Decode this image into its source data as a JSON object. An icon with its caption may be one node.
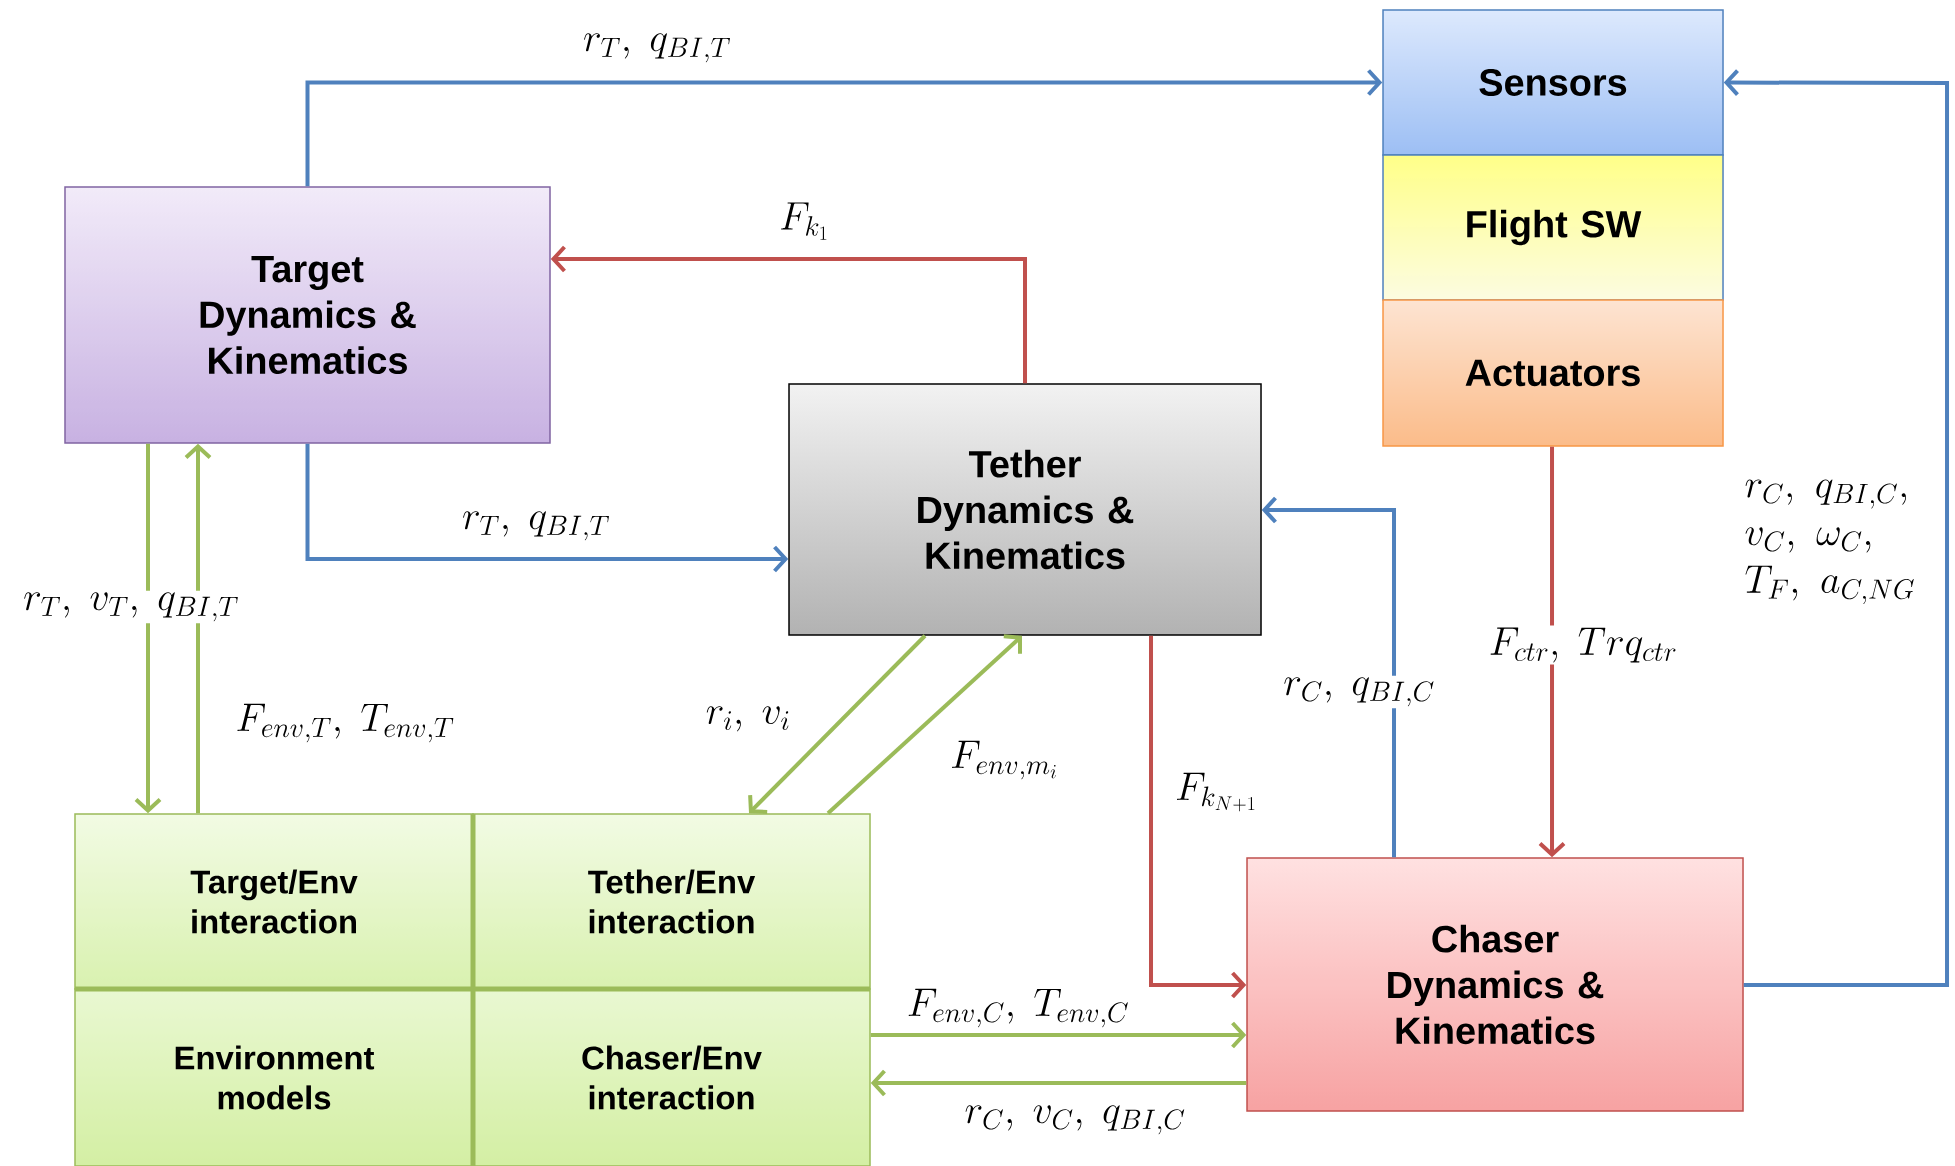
{
  "diagram": {
    "nodes": [
      {
        "text": [
          "Target Dynamics & Kinematics"
        ]
      },
      {
        "text": [
          "Tether Dynamics & Kinematics"
        ]
      },
      {
        "text": [
          "Sensors"
        ]
      },
      {
        "text": [
          "Flight SW"
        ]
      },
      {
        "text": [
          "Actuators"
        ]
      },
      {
        "text": [
          "Chaser Dynamics & Kinematics"
        ]
      },
      {
        "text": [
          "Target/Env interaction"
        ]
      },
      {
        "text": [
          "Tether/Env interaction"
        ]
      },
      {
        "text": [
          "Environment models"
        ]
      },
      {
        "text": [
          "Chaser/Env interaction"
        ]
      }
    ],
    "edges": [
      {
        "from": 0,
        "to": 2,
        "arrow": "to",
        "color": "#4f81bd",
        "label": "r_{T},\\ q_{BI,T}"
      },
      {
        "from": 1,
        "to": 0,
        "arrow": "to",
        "color": "#c0504d",
        "label": "F_{k_1}"
      },
      {
        "from": 0,
        "to": 1,
        "arrow": "to",
        "color": "#4f81bd",
        "label": "r_{T},\\ q_{BI,T}"
      },
      {
        "from": 0,
        "to": 6,
        "arrow": "to",
        "color": "#9bbb59",
        "label": "r_{T},\\ v_{T},\\ q_{BI,T}"
      },
      {
        "from": 6,
        "to": 0,
        "arrow": "to",
        "color": "#9bbb59",
        "label": "F_{env,T},\\ T_{env,T}"
      },
      {
        "from": 1,
        "to": 7,
        "arrow": "to",
        "color": "#9bbb59",
        "label": "r_{i},\\ v_{i}"
      },
      {
        "from": 7,
        "to": 1,
        "arrow": "to",
        "color": "#9bbb59",
        "label": "F_{env,m_i}"
      },
      {
        "from": 1,
        "to": 5,
        "arrow": "to",
        "color": "#c0504d",
        "label": "F_{k_{N+1}}"
      },
      {
        "from": 5,
        "to": 1,
        "arrow": "to",
        "color": "#4f81bd",
        "label": "r_{C},\\ q_{BI,C}"
      },
      {
        "from": 4,
        "to": 5,
        "arrow": "to",
        "color": "#c0504d",
        "label": "F_{ctr},\\ Trq_{ctr}"
      },
      {
        "from": 5,
        "to": 2,
        "arrow": "to",
        "color": "#4f81bd",
        "label": "r_{C},\\ q_{BI,C},\\allowbreak\\ v_{C},\\ \\omega_{C},\\allowbreak\\ T_{F},\\ a_{C,NG}"
      },
      {
        "from": 9,
        "to": 5,
        "arrow": "to",
        "color": "#9bbb59",
        "label": "F_{env,C},\\ T_{env,C}"
      },
      {
        "from": 5,
        "to": 9,
        "arrow": "to",
        "color": "#9bbb59",
        "label": "r_{C},\\ v_{C},\\ q_{BI,C}"
      }
    ]
  }
}
